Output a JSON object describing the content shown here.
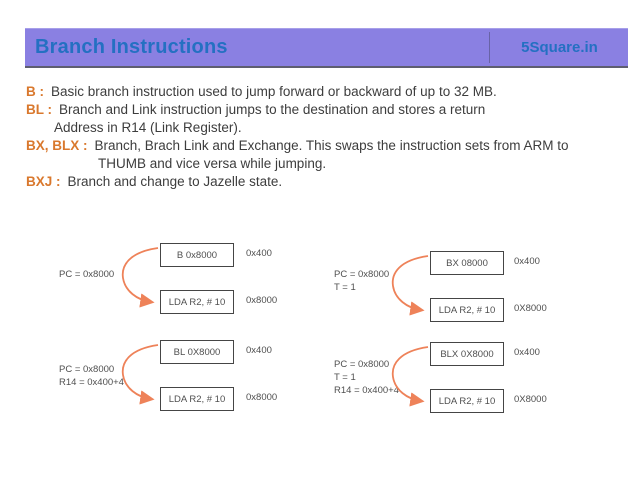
{
  "slide": {
    "header": {
      "title": "Branch Instructions",
      "brand": "5Square.in"
    },
    "bullets": [
      {
        "label": "B :",
        "text": "Basic branch instruction used to jump forward or backward of up to 32 MB."
      },
      {
        "label": "BL :",
        "text": "Branch and Link instruction jumps to the destination and stores a return"
      },
      {
        "label": "",
        "text": "Address in R14 (Link Register)."
      },
      {
        "label": "BX, BLX :",
        "text": "Branch, Brach Link and Exchange. This swaps the instruction sets from ARM to"
      },
      {
        "label": "",
        "text": "THUMB and vice versa while jumping."
      },
      {
        "label": "BXJ :",
        "text": "Branch and change to Jazelle state."
      }
    ]
  },
  "diagrams": [
    {
      "name": "branch",
      "registers": [
        "PC = 0x8000"
      ],
      "top_box": "B 0x8000",
      "top_address": "0x400",
      "bottom_box": "LDA R2, # 10",
      "bottom_address": "0x8000"
    },
    {
      "name": "branch-and-link",
      "registers": [
        "PC = 0x8000",
        "R14 = 0x400+4"
      ],
      "top_box": "BL 0X8000",
      "top_address": "0x400",
      "bottom_box": "LDA R2, # 10",
      "bottom_address": "0x8000"
    },
    {
      "name": "branch-and-exchange",
      "registers": [
        "PC = 0x8000",
        "T = 1"
      ],
      "top_box": "BX 08000",
      "top_address": "0x400",
      "bottom_box": "LDA R2, # 10",
      "bottom_address": "0X8000"
    },
    {
      "name": "branch-link-and-exchange",
      "registers": [
        "PC = 0x8000",
        "T = 1",
        "R14 = 0x400+4"
      ],
      "top_box": "BLX 0X8000",
      "top_address": "0x400",
      "bottom_box": "LDA R2, # 10",
      "bottom_address": "0X8000"
    }
  ],
  "colors": {
    "header_bg": "#8a80e2",
    "header_title": "#2470c2",
    "bullet_label": "#d9782d",
    "body_text": "#3d3d3d",
    "arrow": "#ee8259",
    "box_border": "#454545",
    "diagram_text": "#4f4f4f"
  }
}
